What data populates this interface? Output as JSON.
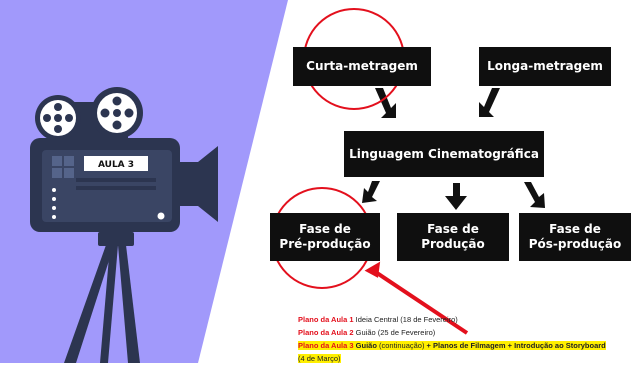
{
  "camera": {
    "badge": "AULA 3"
  },
  "diagram": {
    "curta": "Curta-metragem",
    "longa": "Longa-metragem",
    "linguagem": "Linguagem Cinematográfica",
    "fase_pre": [
      "Fase de",
      "Pré-produção"
    ],
    "fase_prod": [
      "Fase de",
      "Produção"
    ],
    "fase_pos": [
      "Fase de",
      "Pós-produção"
    ]
  },
  "notes": [
    {
      "label": "Plano da Aula 1",
      "text": " Ideia Central (18 de Fevereiro)"
    },
    {
      "label": "Plano da Aula 2",
      "text": " Guião (25 de Fevereiro)"
    },
    {
      "label": "Plano da Aula 3",
      "guiao": " Guião",
      "cont": " (continuação)",
      "rest": " + Planos de Filmagem + Introdução ao Storyboard",
      "date": "(4 de Março)"
    }
  ],
  "colors": {
    "panel": "#9f95ff",
    "box": "#0f0f0f",
    "annotation": "#e3101d",
    "highlight": "#ffef00"
  }
}
